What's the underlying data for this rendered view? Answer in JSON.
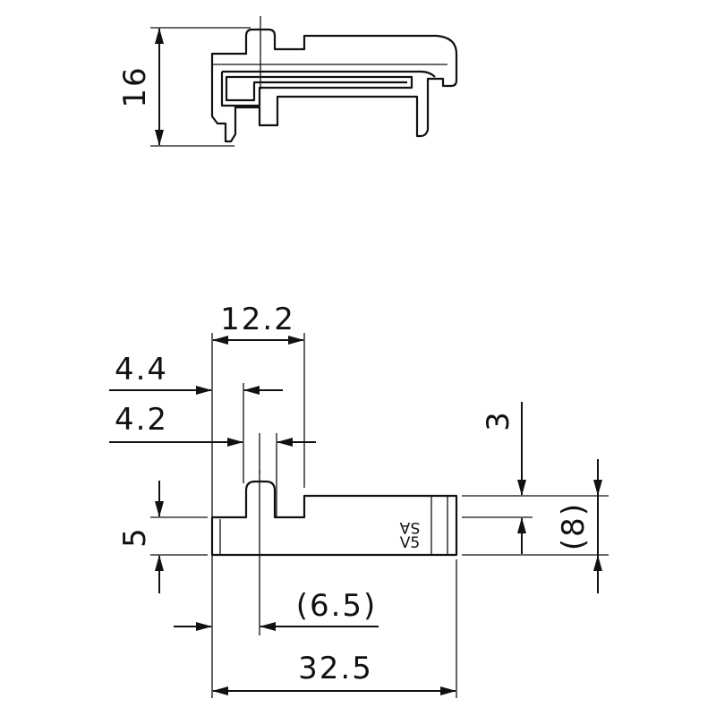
{
  "side_view": {
    "height_dim": "16"
  },
  "front_view": {
    "dims": {
      "total_width": "32.5",
      "tab_width": "12.2",
      "offset_4_4": "4.4",
      "offset_4_2": "4.2",
      "base_height": "5",
      "offset_6_5": "(6.5)",
      "step_height": "3",
      "total_height": "(8)"
    },
    "marking": {
      "line1": "SA",
      "line2": "V5"
    }
  }
}
